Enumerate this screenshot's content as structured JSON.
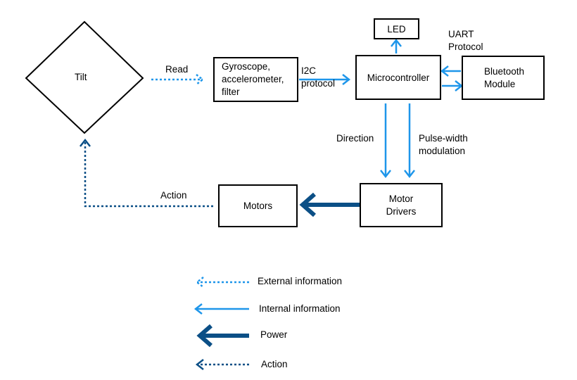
{
  "colors": {
    "light_blue": "#1e96ea",
    "dark_blue": "#0b4f86",
    "box_border": "#000000"
  },
  "nodes": {
    "tilt": "Tilt",
    "sensors": "Gyroscope,\naccelerometer,\nfilter",
    "microcontroller": "Microcontroller",
    "led": "LED",
    "bluetooth": "Bluetooth\nModule",
    "motor_drivers": "Motor\nDrivers",
    "motors": "Motors"
  },
  "edge_labels": {
    "read": "Read",
    "i2c": "I2C\nprotocol",
    "uart": "UART\nProtocol",
    "direction": "Direction",
    "pwm": "Pulse-width\nmodulation",
    "action": "Action"
  },
  "legend": [
    {
      "style": "external",
      "label": "External information"
    },
    {
      "style": "internal",
      "label": "Internal information"
    },
    {
      "style": "power",
      "label": "Power"
    },
    {
      "style": "action",
      "label": "Action"
    }
  ]
}
